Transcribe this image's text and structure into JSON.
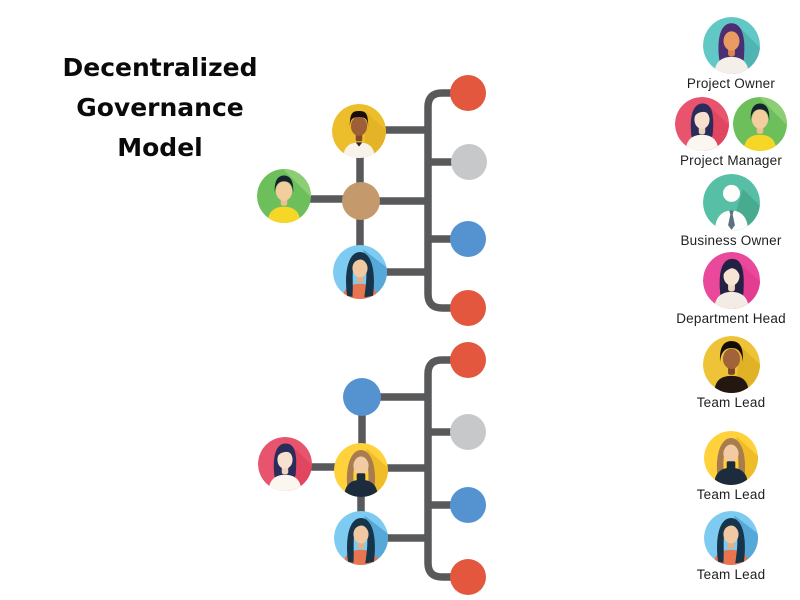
{
  "title": {
    "full": "Decentralized Governance Model",
    "lines": [
      "Decentralized",
      "Governance",
      "Model"
    ]
  },
  "palette": {
    "red": "#e2573e",
    "gray": "#c6c8ca",
    "blue": "#5593d0",
    "brown": "#c49a6d",
    "connector": "#58595b",
    "teal": "#62c8c6",
    "mint": "#57bfa5",
    "pink": "#e8536e",
    "magenta": "#e9489b",
    "green": "#6cbf5b",
    "yellow": "#edbe2b",
    "light_blue": "#7ecbf2",
    "title_text": "#0a0a0a",
    "label_text": "#1f1f1f",
    "background": "#ffffff"
  },
  "legend": {
    "items": [
      {
        "label": "Project Owner",
        "icons": [
          "teal-woman-avatar"
        ]
      },
      {
        "label": "Project Manager",
        "icons": [
          "pink-woman-avatar",
          "green-man-avatar"
        ]
      },
      {
        "label": "Business Owner",
        "icons": [
          "teal-person-tie-avatar"
        ]
      },
      {
        "label": "Department Head",
        "icons": [
          "magenta-woman-avatar"
        ]
      },
      {
        "label": "Team Lead",
        "icons": [
          "yellow-man-avatar"
        ]
      },
      {
        "label": "Team Lead",
        "icons": [
          "yellow-woman-avatar"
        ]
      },
      {
        "label": "Team Lead",
        "icons": [
          "blue-woman-avatar"
        ]
      }
    ]
  },
  "diagram": {
    "trees": [
      {
        "id": "tree-1",
        "hub": {
          "shape": "plain-circle",
          "color_key": "brown"
        },
        "left_nodes": [
          {
            "position": "top",
            "avatar": "yellow-man-avatar",
            "role": "Team Lead"
          },
          {
            "position": "left",
            "avatar": "green-man-avatar",
            "role": "Project Manager"
          },
          {
            "position": "bottom",
            "avatar": "blue-woman-avatar",
            "role": "Team Lead"
          }
        ],
        "leaves": [
          {
            "color_key": "red"
          },
          {
            "color_key": "gray"
          },
          {
            "color_key": "blue"
          },
          {
            "color_key": "red"
          }
        ]
      },
      {
        "id": "tree-2",
        "hub": {
          "shape": "avatar",
          "avatar": "yellow-woman-avatar",
          "role": "Team Lead"
        },
        "left_nodes": [
          {
            "position": "top",
            "shape": "plain-circle",
            "color_key": "blue"
          },
          {
            "position": "left",
            "avatar": "pink-woman-avatar",
            "role": "Project Manager"
          },
          {
            "position": "bottom",
            "avatar": "blue-woman-avatar",
            "role": "Team Lead"
          }
        ],
        "leaves": [
          {
            "color_key": "red"
          },
          {
            "color_key": "gray"
          },
          {
            "color_key": "blue"
          },
          {
            "color_key": "red"
          }
        ]
      }
    ]
  }
}
